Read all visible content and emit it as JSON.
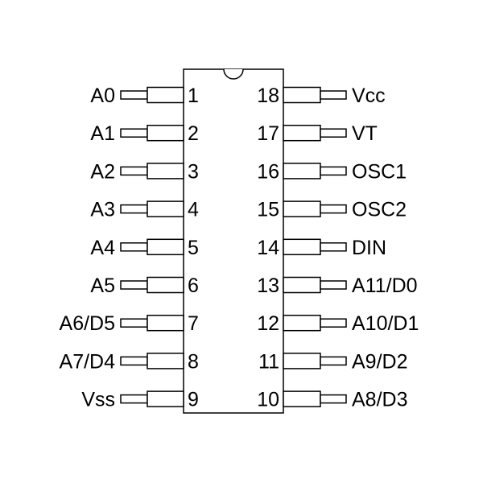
{
  "chip": {
    "left_pins": [
      {
        "number": "1",
        "label": "A0"
      },
      {
        "number": "2",
        "label": "A1"
      },
      {
        "number": "3",
        "label": "A2"
      },
      {
        "number": "4",
        "label": "A3"
      },
      {
        "number": "5",
        "label": "A4"
      },
      {
        "number": "6",
        "label": "A5"
      },
      {
        "number": "7",
        "label": "A6/D5"
      },
      {
        "number": "8",
        "label": "A7/D4"
      },
      {
        "number": "9",
        "label": "Vss"
      }
    ],
    "right_pins": [
      {
        "number": "18",
        "label": "Vcc"
      },
      {
        "number": "17",
        "label": "VT"
      },
      {
        "number": "16",
        "label": "OSC1"
      },
      {
        "number": "15",
        "label": "OSC2"
      },
      {
        "number": "14",
        "label": "DIN"
      },
      {
        "number": "13",
        "label": "A11/D0"
      },
      {
        "number": "12",
        "label": "A10/D1"
      },
      {
        "number": "11",
        "label": "A9/D2"
      },
      {
        "number": "10",
        "label": "A8/D3"
      }
    ]
  }
}
